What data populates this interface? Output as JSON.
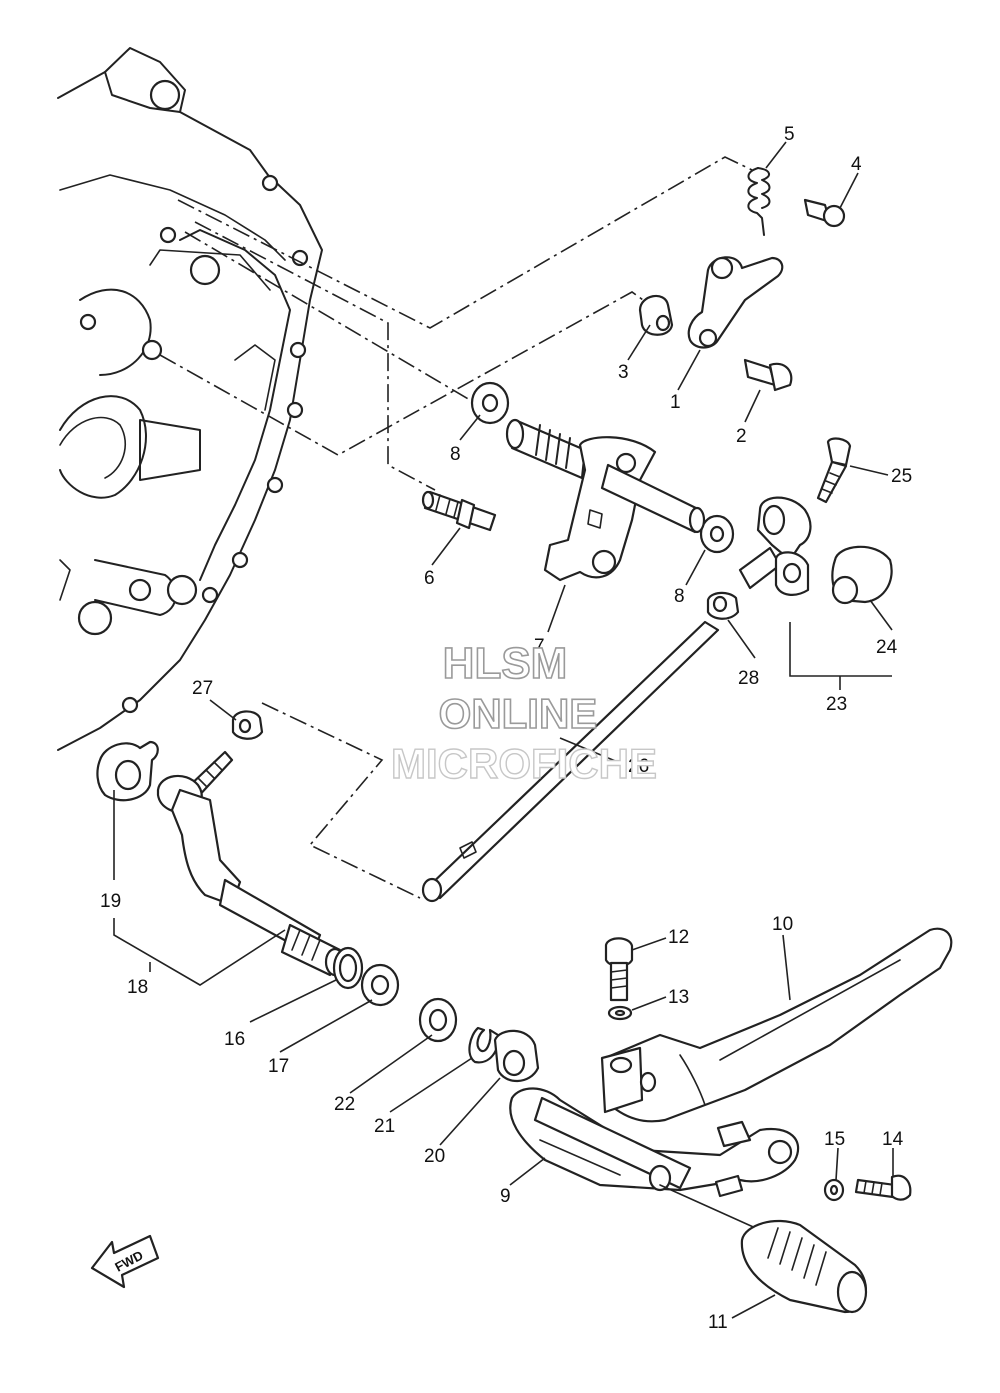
{
  "watermark": {
    "line1": "HLSM",
    "line2": "ONLINE",
    "line3": "MICROFICHE"
  },
  "fwd_label": "FWD",
  "callouts": [
    {
      "id": "1",
      "text": "1"
    },
    {
      "id": "2",
      "text": "2"
    },
    {
      "id": "3",
      "text": "3"
    },
    {
      "id": "4",
      "text": "4"
    },
    {
      "id": "5",
      "text": "5"
    },
    {
      "id": "6",
      "text": "6"
    },
    {
      "id": "7",
      "text": "7"
    },
    {
      "id": "8a",
      "text": "8"
    },
    {
      "id": "8b",
      "text": "8"
    },
    {
      "id": "9",
      "text": "9"
    },
    {
      "id": "10",
      "text": "10"
    },
    {
      "id": "11",
      "text": "11"
    },
    {
      "id": "12",
      "text": "12"
    },
    {
      "id": "13",
      "text": "13"
    },
    {
      "id": "14",
      "text": "14"
    },
    {
      "id": "15",
      "text": "15"
    },
    {
      "id": "16",
      "text": "16"
    },
    {
      "id": "17",
      "text": "17"
    },
    {
      "id": "18",
      "text": "18"
    },
    {
      "id": "19",
      "text": "19"
    },
    {
      "id": "20",
      "text": "20"
    },
    {
      "id": "21",
      "text": "21"
    },
    {
      "id": "22",
      "text": "22"
    },
    {
      "id": "23",
      "text": "23"
    },
    {
      "id": "24",
      "text": "24"
    },
    {
      "id": "25",
      "text": "25"
    },
    {
      "id": "26",
      "text": "26"
    },
    {
      "id": "27",
      "text": "27"
    },
    {
      "id": "28",
      "text": "28"
    }
  ]
}
